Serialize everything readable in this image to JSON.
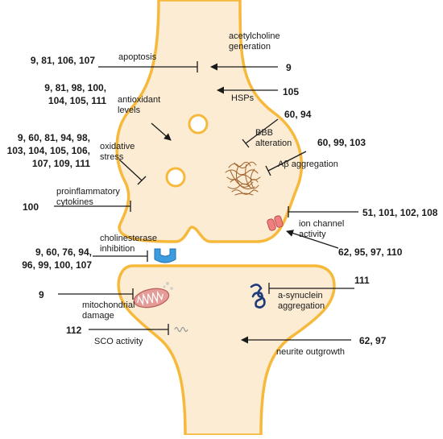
{
  "colors": {
    "neuron_fill": "#fbecd3",
    "neuron_outline": "#f6b93b",
    "receptor": "#3d9be0",
    "channel": "#f08080",
    "mitochondrion": "#e59b97",
    "synuclein": "#1f3b7a",
    "amyloid": "#a0622b",
    "sco": "#9a9a9a",
    "lines": "#1a1a1a"
  },
  "icons": {
    "receptor": "cholinesterase-receptor-icon",
    "channel": "ion-channel-icon",
    "mitochondrion": "mitochondrion-icon",
    "synuclein": "alpha-synuclein-icon",
    "amyloid": "amyloid-beta-aggregate-icon",
    "sco": "sco-wave-icon"
  },
  "annotations": {
    "apoptosis": {
      "label": [
        "apoptosis"
      ],
      "refs": [
        "9, 81, 106, 107"
      ]
    },
    "ach": {
      "label": [
        "acetylcholine",
        "generation"
      ],
      "refs": [
        "9"
      ]
    },
    "antioxidant": {
      "label": [
        "antioxidant",
        "levels"
      ],
      "refs": [
        "9, 81, 98, 100,",
        "104, 105, 111"
      ]
    },
    "hsps": {
      "label": [
        "HSPs"
      ],
      "refs": [
        "105"
      ]
    },
    "bbb": {
      "label": [
        "BBB",
        "alteration"
      ],
      "refs": [
        "60, 94"
      ]
    },
    "oxidative": {
      "label": [
        "oxidative",
        "stress"
      ],
      "refs": [
        "9, 60, 81, 94, 98,",
        "103, 104, 105, 106,",
        "107, 109, 111"
      ]
    },
    "abeta": {
      "label": [
        "Aβ aggregation"
      ],
      "refs": [
        "60, 99, 103"
      ]
    },
    "cytokines": {
      "label": [
        "proinflammatory",
        "cytokines"
      ],
      "refs": [
        "100"
      ]
    },
    "ionchannel": {
      "label": [
        "ion channel",
        "activity"
      ],
      "refs": [
        "51, 101, 102, 108"
      ]
    },
    "cholinesterase": {
      "label": [
        "cholinesterase",
        "inhibition"
      ],
      "refs": [
        "9, 60, 76, 94,",
        "96, 99, 100, 107"
      ]
    },
    "ionchannel_up": {
      "refs": [
        "62, 95, 97, 110"
      ]
    },
    "mito": {
      "label": [
        "mitochondrial",
        "damage"
      ],
      "refs": [
        "9"
      ]
    },
    "synuclein": {
      "label": [
        "a-synuclein",
        "aggregation"
      ],
      "refs": [
        "111"
      ]
    },
    "sco": {
      "label": [
        "SCO activity"
      ],
      "refs": [
        "112"
      ]
    },
    "neurite": {
      "label": [
        "neurite outgrowth"
      ],
      "refs": [
        "62, 97"
      ]
    }
  }
}
